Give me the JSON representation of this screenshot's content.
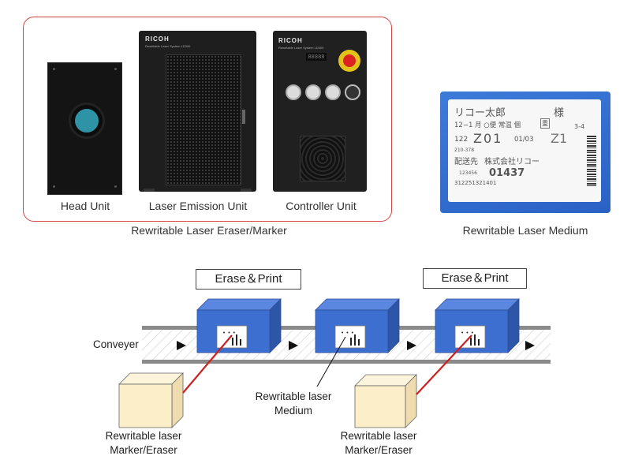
{
  "products": {
    "group_caption": "Rewritable Laser Eraser/Marker",
    "head_unit": {
      "caption": "Head Unit"
    },
    "laser_emission_unit": {
      "caption": "Laser Emission Unit",
      "brand": "RICOH",
      "model": "Rewritable Laser System LD300"
    },
    "controller_unit": {
      "caption": "Controller Unit",
      "brand": "RICOH",
      "model": "Rewritable Laser System LD300",
      "display": "88888"
    }
  },
  "medium": {
    "caption": "Rewritable Laser Medium",
    "label": {
      "line1": "リコー太郎",
      "honorific": "様",
      "line2": "12−1 月 ○便 常温 個",
      "box_char": "重",
      "code_right": "3-4",
      "code_prefix": "122",
      "code_main": "Z01",
      "code_frac": "01/03",
      "code_z": "Z1",
      "zip": "210-378",
      "sender_label": "配送先",
      "sender": "株式会社リコー",
      "small_num": "123456",
      "big_num": "01437",
      "serial": "312251321401"
    }
  },
  "diagram": {
    "conveyer_label": "Conveyer",
    "erase_print_1": "Erase＆Print",
    "erase_print_2": "Erase＆Print",
    "medium_label_line1": "Rewritable laser",
    "medium_label_line2": "Medium",
    "marker_left_line1": "Rewritable laser",
    "marker_left_line2": "Marker/Eraser",
    "marker_right_line1": "Rewritable laser",
    "marker_right_line2": "Marker/Eraser",
    "colors": {
      "box_blue": "#3d6fd1",
      "marker_beige": "#fbeec9",
      "beam_red": "#cc1f1f",
      "belt_gray": "#8a8a8a"
    }
  }
}
